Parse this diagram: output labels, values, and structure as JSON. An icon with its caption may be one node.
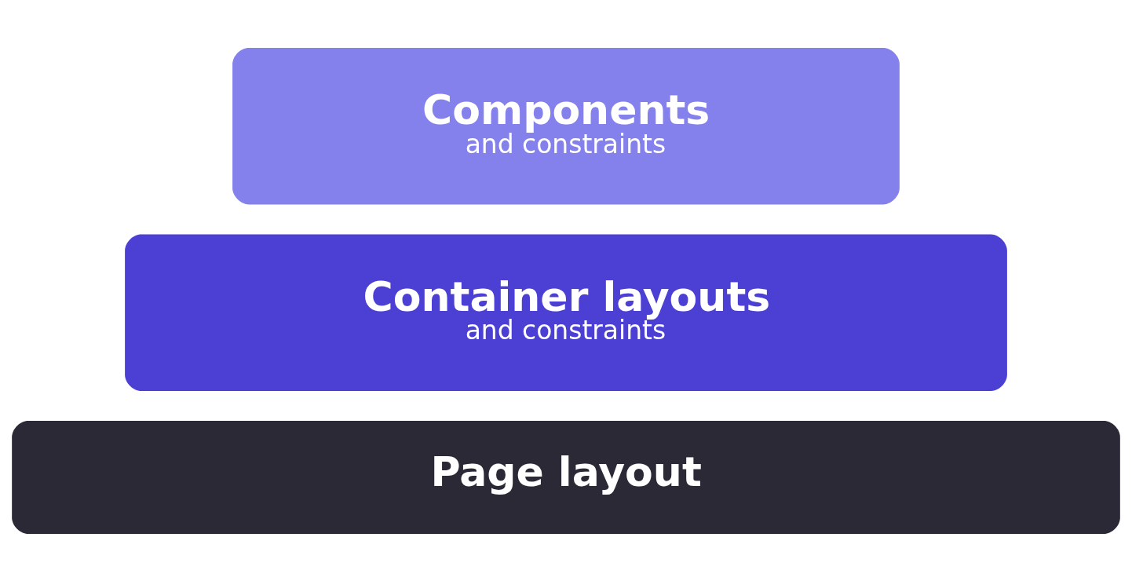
{
  "diagram": {
    "nodes": [
      {
        "text": [
          "Components",
          "and constraints"
        ]
      },
      {
        "text": [
          "Container layouts",
          "and constraints"
        ]
      },
      {
        "text": [
          "Page layout"
        ]
      }
    ]
  }
}
